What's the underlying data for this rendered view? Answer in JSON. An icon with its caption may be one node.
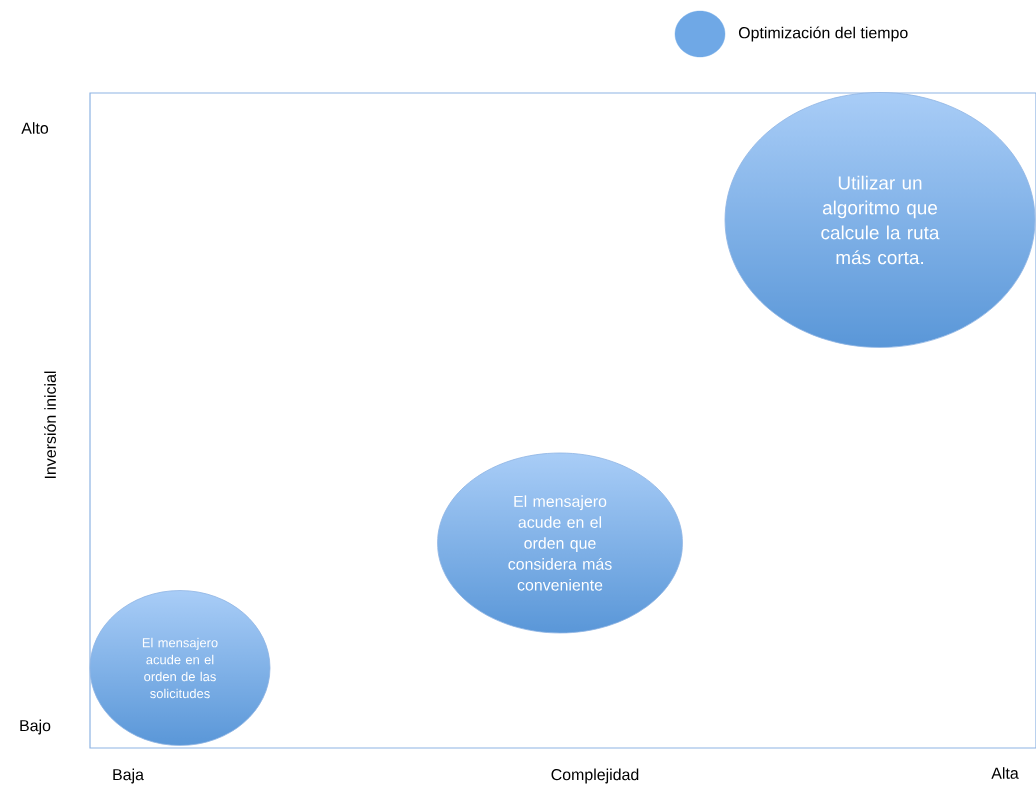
{
  "diagram": {
    "nodes": [
      {
        "text": [
          "Utilizar un algoritmo que calcule la ruta más corta."
        ]
      },
      {
        "text": [
          "El mensajero acude en el orden que considera más conveniente"
        ]
      },
      {
        "text": [
          "El mensajero acude en el orden de las solicitudes"
        ]
      }
    ],
    "labels": [
      "Alto",
      "Inversión inicial",
      "Bajo",
      "Baja",
      "Complejidad",
      "Alta"
    ],
    "legend": [
      {
        "text": "Optimización del tiempo",
        "color": "#6fa8e6"
      }
    ]
  }
}
